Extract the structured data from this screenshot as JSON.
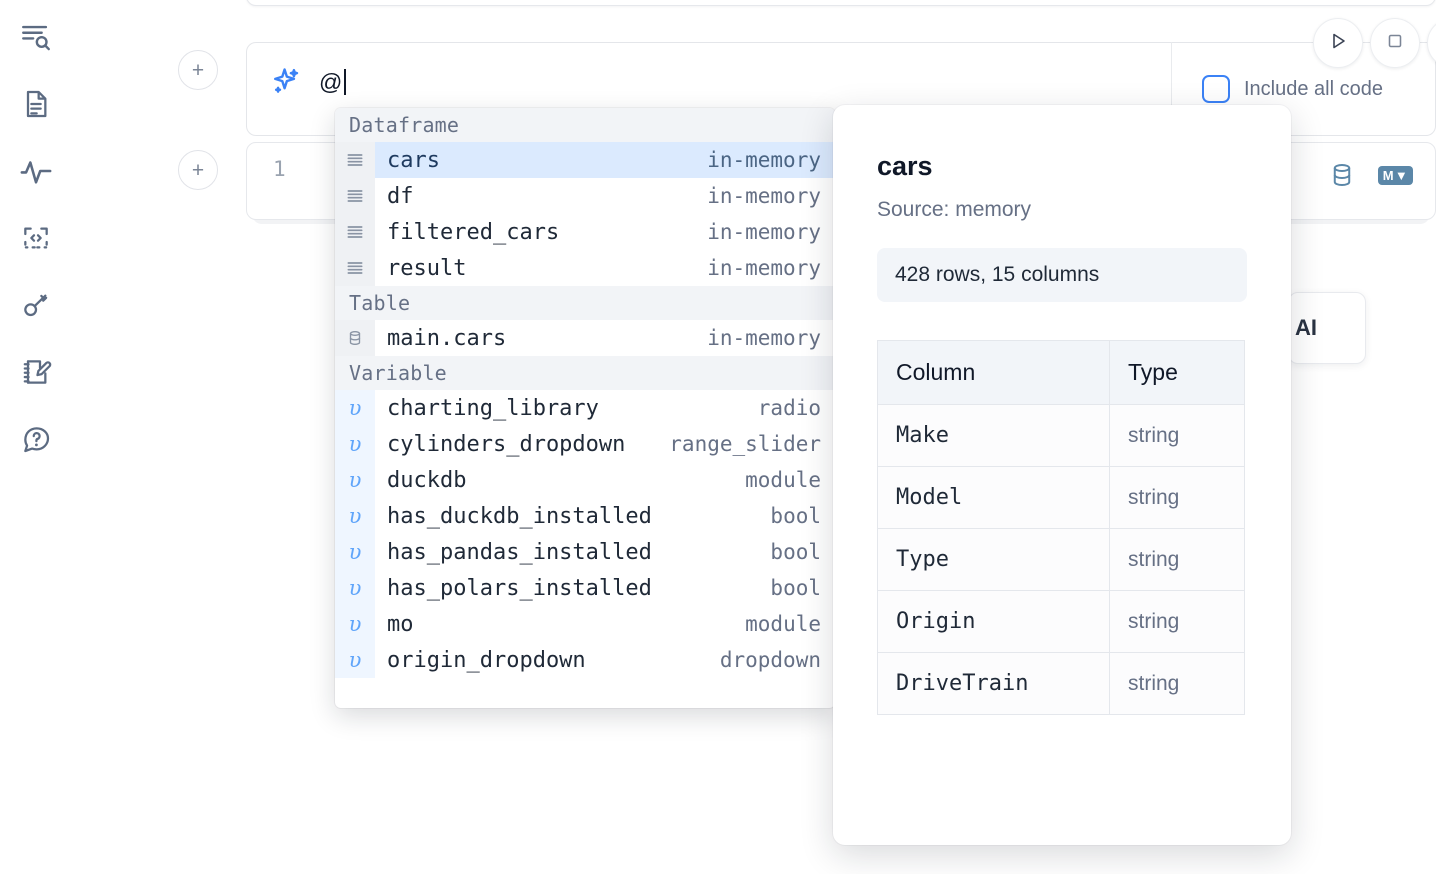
{
  "rail": {
    "items": [
      {
        "icon": "search-outline-icon",
        "name": "explore"
      },
      {
        "icon": "document-icon",
        "name": "notebook"
      },
      {
        "icon": "activity-icon",
        "name": "activity"
      },
      {
        "icon": "code-brackets-icon",
        "name": "snippets"
      },
      {
        "icon": "key-icon",
        "name": "secrets"
      },
      {
        "icon": "edit-notebook-icon",
        "name": "scratchpad"
      },
      {
        "icon": "help-chat-icon",
        "name": "help"
      }
    ]
  },
  "toolbar": {
    "run_label": "run-icon",
    "stop_label": "stop-icon",
    "more_label": "more-icon",
    "add_cell_label": "+"
  },
  "ai_bar": {
    "icon": "sparkle-icon",
    "input_value": "@",
    "input_placeholder": "",
    "include_all_code_label": "Include all code",
    "include_all_code_checked": false
  },
  "code_cell": {
    "line_number": "1",
    "database_icon": "database-icon",
    "markdown_icon": "markdown-icon",
    "markdown_badge_text": "M"
  },
  "floating_chip": {
    "label": "AI"
  },
  "autocomplete": {
    "sections": [
      {
        "title": "Dataframe",
        "items": [
          {
            "icon": "dataframe-icon",
            "name": "cars",
            "type": "in-memory",
            "selected": true
          },
          {
            "icon": "dataframe-icon",
            "name": "df",
            "type": "in-memory",
            "selected": false
          },
          {
            "icon": "dataframe-icon",
            "name": "filtered_cars",
            "type": "in-memory",
            "selected": false
          },
          {
            "icon": "dataframe-icon",
            "name": "result",
            "type": "in-memory",
            "selected": false
          }
        ]
      },
      {
        "title": "Table",
        "items": [
          {
            "icon": "table-icon",
            "name": "main.cars",
            "type": "in-memory",
            "selected": false
          }
        ]
      },
      {
        "title": "Variable",
        "items": [
          {
            "icon": "variable-icon",
            "name": "charting_library",
            "type": "radio",
            "selected": false
          },
          {
            "icon": "variable-icon",
            "name": "cylinders_dropdown",
            "type": "range_slider",
            "selected": false
          },
          {
            "icon": "variable-icon",
            "name": "duckdb",
            "type": "module",
            "selected": false
          },
          {
            "icon": "variable-icon",
            "name": "has_duckdb_installed",
            "type": "bool",
            "selected": false
          },
          {
            "icon": "variable-icon",
            "name": "has_pandas_installed",
            "type": "bool",
            "selected": false
          },
          {
            "icon": "variable-icon",
            "name": "has_polars_installed",
            "type": "bool",
            "selected": false
          },
          {
            "icon": "variable-icon",
            "name": "mo",
            "type": "module",
            "selected": false
          },
          {
            "icon": "variable-icon",
            "name": "origin_dropdown",
            "type": "dropdown",
            "selected": false
          }
        ]
      }
    ]
  },
  "preview": {
    "title": "cars",
    "source": "Source: memory",
    "shape": "428 rows, 15 columns",
    "columns_header": "Column",
    "type_header": "Type",
    "rows": [
      {
        "column": "Make",
        "type": "string"
      },
      {
        "column": "Model",
        "type": "string"
      },
      {
        "column": "Type",
        "type": "string"
      },
      {
        "column": "Origin",
        "type": "string"
      },
      {
        "column": "DriveTrain",
        "type": "string"
      }
    ]
  },
  "colors": {
    "accent_blue": "#3b82f6",
    "selection_blue": "#dbeafe",
    "icon_steel": "#5b87a8",
    "muted_text": "#667085"
  }
}
